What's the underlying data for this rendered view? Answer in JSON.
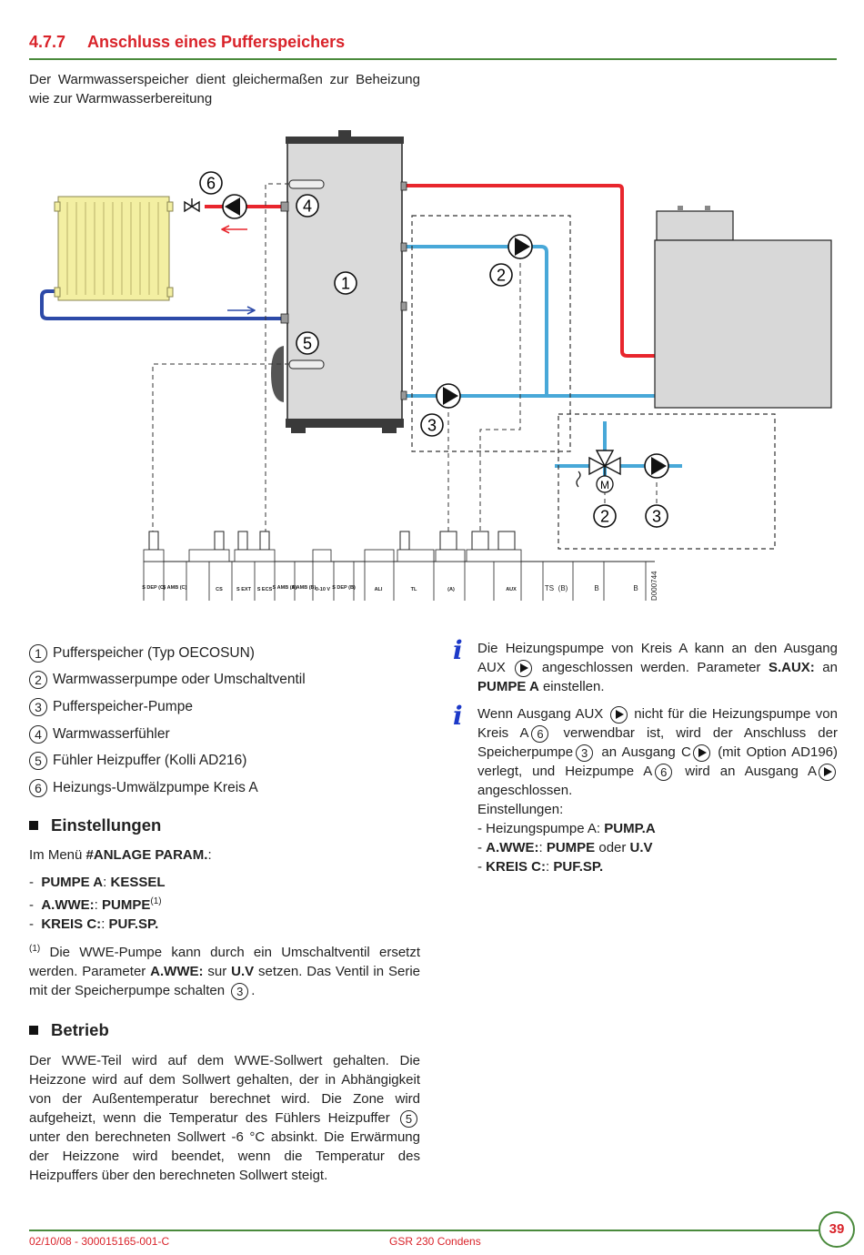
{
  "header": {
    "number": "4.7.7",
    "title": "Anschluss eines Pufferspeichers"
  },
  "intro": "Der Warmwasserspeicher dient gleichermaßen zur Beheizung wie zur Warmwasserbereitung",
  "diagram": {
    "callouts": [
      "1",
      "2",
      "3",
      "4",
      "5",
      "6"
    ],
    "drawing_code": "D000744",
    "terminals": [
      "S DEP (C)",
      "S AMB (C)",
      "CS",
      "S EXT",
      "S ECS",
      "S AMB (A)",
      "S AMB (B)",
      "0-10 V",
      "S DEP (B)",
      "ALI",
      "TL",
      "(A)",
      "",
      "AUX",
      "TS",
      "(B)",
      "B",
      "B"
    ],
    "motor_label": "M",
    "colors": {
      "hot": "#e8262d",
      "cold_return": "#2d4aa8",
      "primary": "#48a8d8",
      "radiator": "#f3efa2"
    }
  },
  "legend": [
    {
      "n": "1",
      "text": "Pufferspeicher (Typ OECOSUN)"
    },
    {
      "n": "2",
      "text": "Warmwasserpumpe oder Umschaltventil"
    },
    {
      "n": "3",
      "text": "Pufferspeicher-Pumpe"
    },
    {
      "n": "4",
      "text": "Warmwasserfühler"
    },
    {
      "n": "5",
      "text": "Fühler Heizpuffer (Kolli AD216)"
    },
    {
      "n": "6",
      "text": "Heizungs-Umwälzpumpe Kreis A"
    }
  ],
  "einstellungen": {
    "title": "Einstellungen",
    "menu_prefix": "Im Menü ",
    "menu_name": "#ANLAGE PARAM.",
    "menu_suffix": ":",
    "items": [
      {
        "key": "PUMPE A",
        "sep": ": ",
        "val": "KESSEL",
        "sup": ""
      },
      {
        "key": "A.WWE:",
        "sep": ": ",
        "val": "PUMPE",
        "sup": "(1)"
      },
      {
        "key": "KREIS C:",
        "sep": ": ",
        "val": "PUF.SP.",
        "sup": ""
      }
    ],
    "footnote_mark": "(1)",
    "footnote_a": " Die WWE-Pumpe kann durch ein Umschaltventil ersetzt werden. Parameter ",
    "footnote_key": "A.WWE:",
    "footnote_b": " sur ",
    "footnote_val": "U.V",
    "footnote_c": " setzen. Das Ventil in Serie mit der Speicherpumpe schalten ",
    "footnote_ref": "3",
    "footnote_end": "."
  },
  "betrieb": {
    "title": "Betrieb",
    "text_a": "Der WWE-Teil wird auf dem WWE-Sollwert gehalten. Die Heizzone wird auf dem Sollwert gehalten, der in Abhängigkeit von der Außentemperatur berechnet wird. Die Zone wird aufgeheizt, wenn die Temperatur des Fühlers Heizpuffer ",
    "ref": "5",
    "text_b": " unter den berechneten Sollwert -6 °C absinkt. Die Erwärmung der Heizzone wird beendet, wenn die Temperatur des Heizpuffers über den berechneten Sollwert steigt."
  },
  "info1": {
    "icon": "i",
    "a": "Die Heizungspumpe von Kreis A kann an den Ausgang AUX ",
    "b": " angeschlossen werden. Parameter ",
    "key": "S.AUX:",
    "c": " an ",
    "val": "PUMPE A",
    "d": " einstellen."
  },
  "info2": {
    "icon": "i",
    "a": "Wenn Ausgang AUX ",
    "b": " nicht für die Heizungspumpe von Kreis A",
    "ref1": "6",
    "c": " verwendbar ist, wird der Anschluss der Speicherpumpe",
    "ref2": "3",
    "d": " an Ausgang C",
    "e": " (mit Option AD196) verlegt, und Heizpumpe A",
    "ref3": "6",
    "f": " wird an Ausgang A",
    "g": " angeschlossen.",
    "settings_title": "Einstellungen:",
    "line1_a": "- Heizungspumpe A: ",
    "line1_val": "PUMP.A",
    "line2_a": "- ",
    "line2_key": "A.WWE:",
    "line2_b": ": ",
    "line2_val": "PUMPE",
    "line2_c": " oder ",
    "line2_val2": "U.V",
    "line3_a": "- ",
    "line3_key": "KREIS C:",
    "line3_b": ": ",
    "line3_val": "PUF.SP."
  },
  "footer": {
    "left": "02/10/08 - 300015165-001-C",
    "center": "GSR 230 Condens",
    "page": "39"
  }
}
